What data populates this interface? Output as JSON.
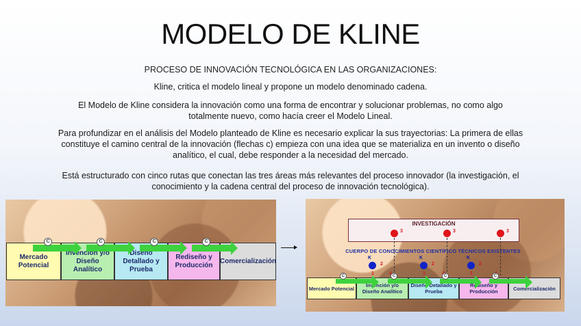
{
  "slide": {
    "title": "MODELO DE KLINE",
    "subtitle": "PROCESO DE INNOVACIÓN TECNOLÓGICA EN LAS ORGANIZACIONES:",
    "paragraphs": [
      "Kline, critica el modelo lineal y propone un modelo denominado cadena.",
      "El Modelo de Kline considera la innovación como una forma de encontrar y solucionar problemas, no como algo totalmente nuevo, como hacía creer el Modelo Lineal.",
      "Para profundizar en el análisis del Modelo planteado de Kline es necesario explicar la sus trayectorias: La primera de ellas constituye el camino central de la innovación (flechas c) empieza con una idea que se materializa en un invento o diseño analítico, el cual, debe responder a la necesidad del mercado.",
      "Está estructurado con cinco rutas que conectan las tres áreas más relevantes del proceso innovador (la investigación, el conocimiento y la cadena central del proceso de innovación tecnológica)."
    ]
  },
  "left_diagram": {
    "stages": [
      "Mercado Potencial",
      "Invención y/o Diseño Analítico",
      "Diseño Detallado y Prueba",
      "Rediseño y Producción",
      "Comercialización"
    ],
    "c_label": "C"
  },
  "right_diagram": {
    "research_label": "INVESTIGACIÓN",
    "knowledge_label": "CUERPO DE CONOCIMIENTOS CIENTÍFICO TÉCNICOS EXISTENTES",
    "stages": [
      "Mercado Potencial",
      "Invención y/o Diseño Analítico",
      "Diseño Detallado y Prueba",
      "Rediseño y Producción",
      "Comercialización"
    ],
    "c_label": "C",
    "k_label": "K",
    "path_numbers": [
      "1",
      "2",
      "3",
      "4"
    ]
  },
  "colors": {
    "stage_1": "#fffbb0",
    "stage_2": "#b8eeb0",
    "stage_3": "#b6e9f2",
    "stage_4": "#f6b7ec",
    "stage_5": "#dcdcdc",
    "arrow": "#3ed23e",
    "research_dot": "#e0141a",
    "knowledge_dot": "#1024c8"
  }
}
